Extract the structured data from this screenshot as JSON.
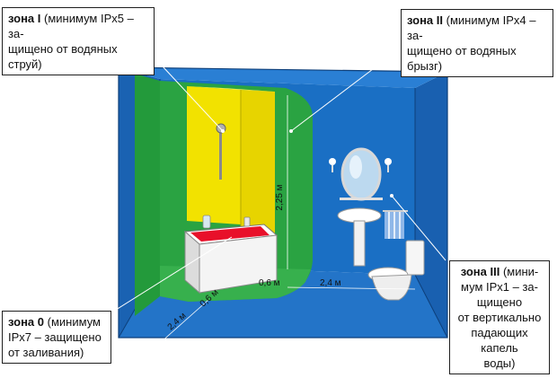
{
  "zones": {
    "zone1": {
      "title": "зона I",
      "line1": "(минимум IPx5 – за-",
      "line2": "щищено от водяных струй)"
    },
    "zone2": {
      "title": "зона II",
      "line1": "(минимум IPx4 – за-",
      "line2": "щищено от водяных брызг)"
    },
    "zone0": {
      "title": "зона 0",
      "line1": "(минимум",
      "line2": "IPx7 – защищено",
      "line3": "от заливания)"
    },
    "zone3": {
      "title": "зона III",
      "line1": "(мини-",
      "line2": "мум IPx1 – за-",
      "line3": "щищено",
      "line4": "от вертикально",
      "line5": "падающих капель",
      "line6": "воды)"
    }
  },
  "dimensions": {
    "height": "2,25 м",
    "width_left": "2,4 м",
    "width_right": "2,4 м",
    "bath_depth_a": "0,6 м",
    "bath_depth_b": "0,6 м"
  },
  "colors": {
    "zone3_blue": "#1e6fc0",
    "zone2_green": "#2aa342",
    "zone1_yellow": "#f2e200",
    "zone0_red": "#e8102a"
  }
}
